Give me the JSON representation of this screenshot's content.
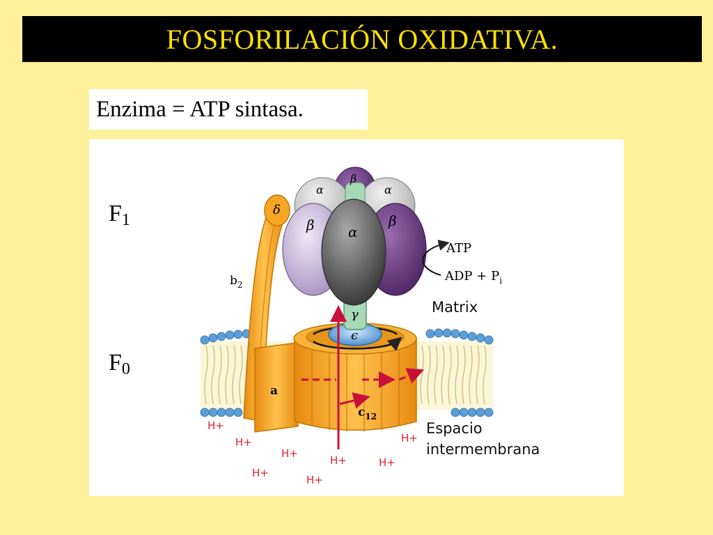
{
  "title": "FOSFORILACIÓN OXIDATIVA.",
  "subtitle": "Enzima = ATP sintasa.",
  "diagram": {
    "labels": {
      "f1_base": "F",
      "f1_sub": "1",
      "f0_base": "F",
      "f0_sub": "0",
      "matrix": "Matrix",
      "espacio_line1": "Espacio",
      "espacio_line2": "intermembrana",
      "atp": "ATP",
      "adp_pi": "ADP + P",
      "pi_sub": "i",
      "b2": "b",
      "b2_sub": "2",
      "delta": "δ",
      "alpha": "α",
      "beta": "β",
      "gamma": "γ",
      "epsilon": "ϵ",
      "a": "a",
      "c12": "c",
      "c12_sub": "12"
    },
    "protons": [
      "H+",
      "H+",
      "H+",
      "H+",
      "H+",
      "H+",
      "H+",
      "H+"
    ],
    "colors": {
      "background": "#fff19c",
      "title_bar": "#000000",
      "title_text": "#ffe100",
      "orange": "#f6a623",
      "light_purple": "#c9b9d9",
      "dark_purple": "#6e3f83",
      "gray": "#6f6f6f",
      "green": "#9fd0b0",
      "blue": "#7fb6e3",
      "proton_red": "#e0202b",
      "arrow_red": "#c8103a"
    }
  }
}
